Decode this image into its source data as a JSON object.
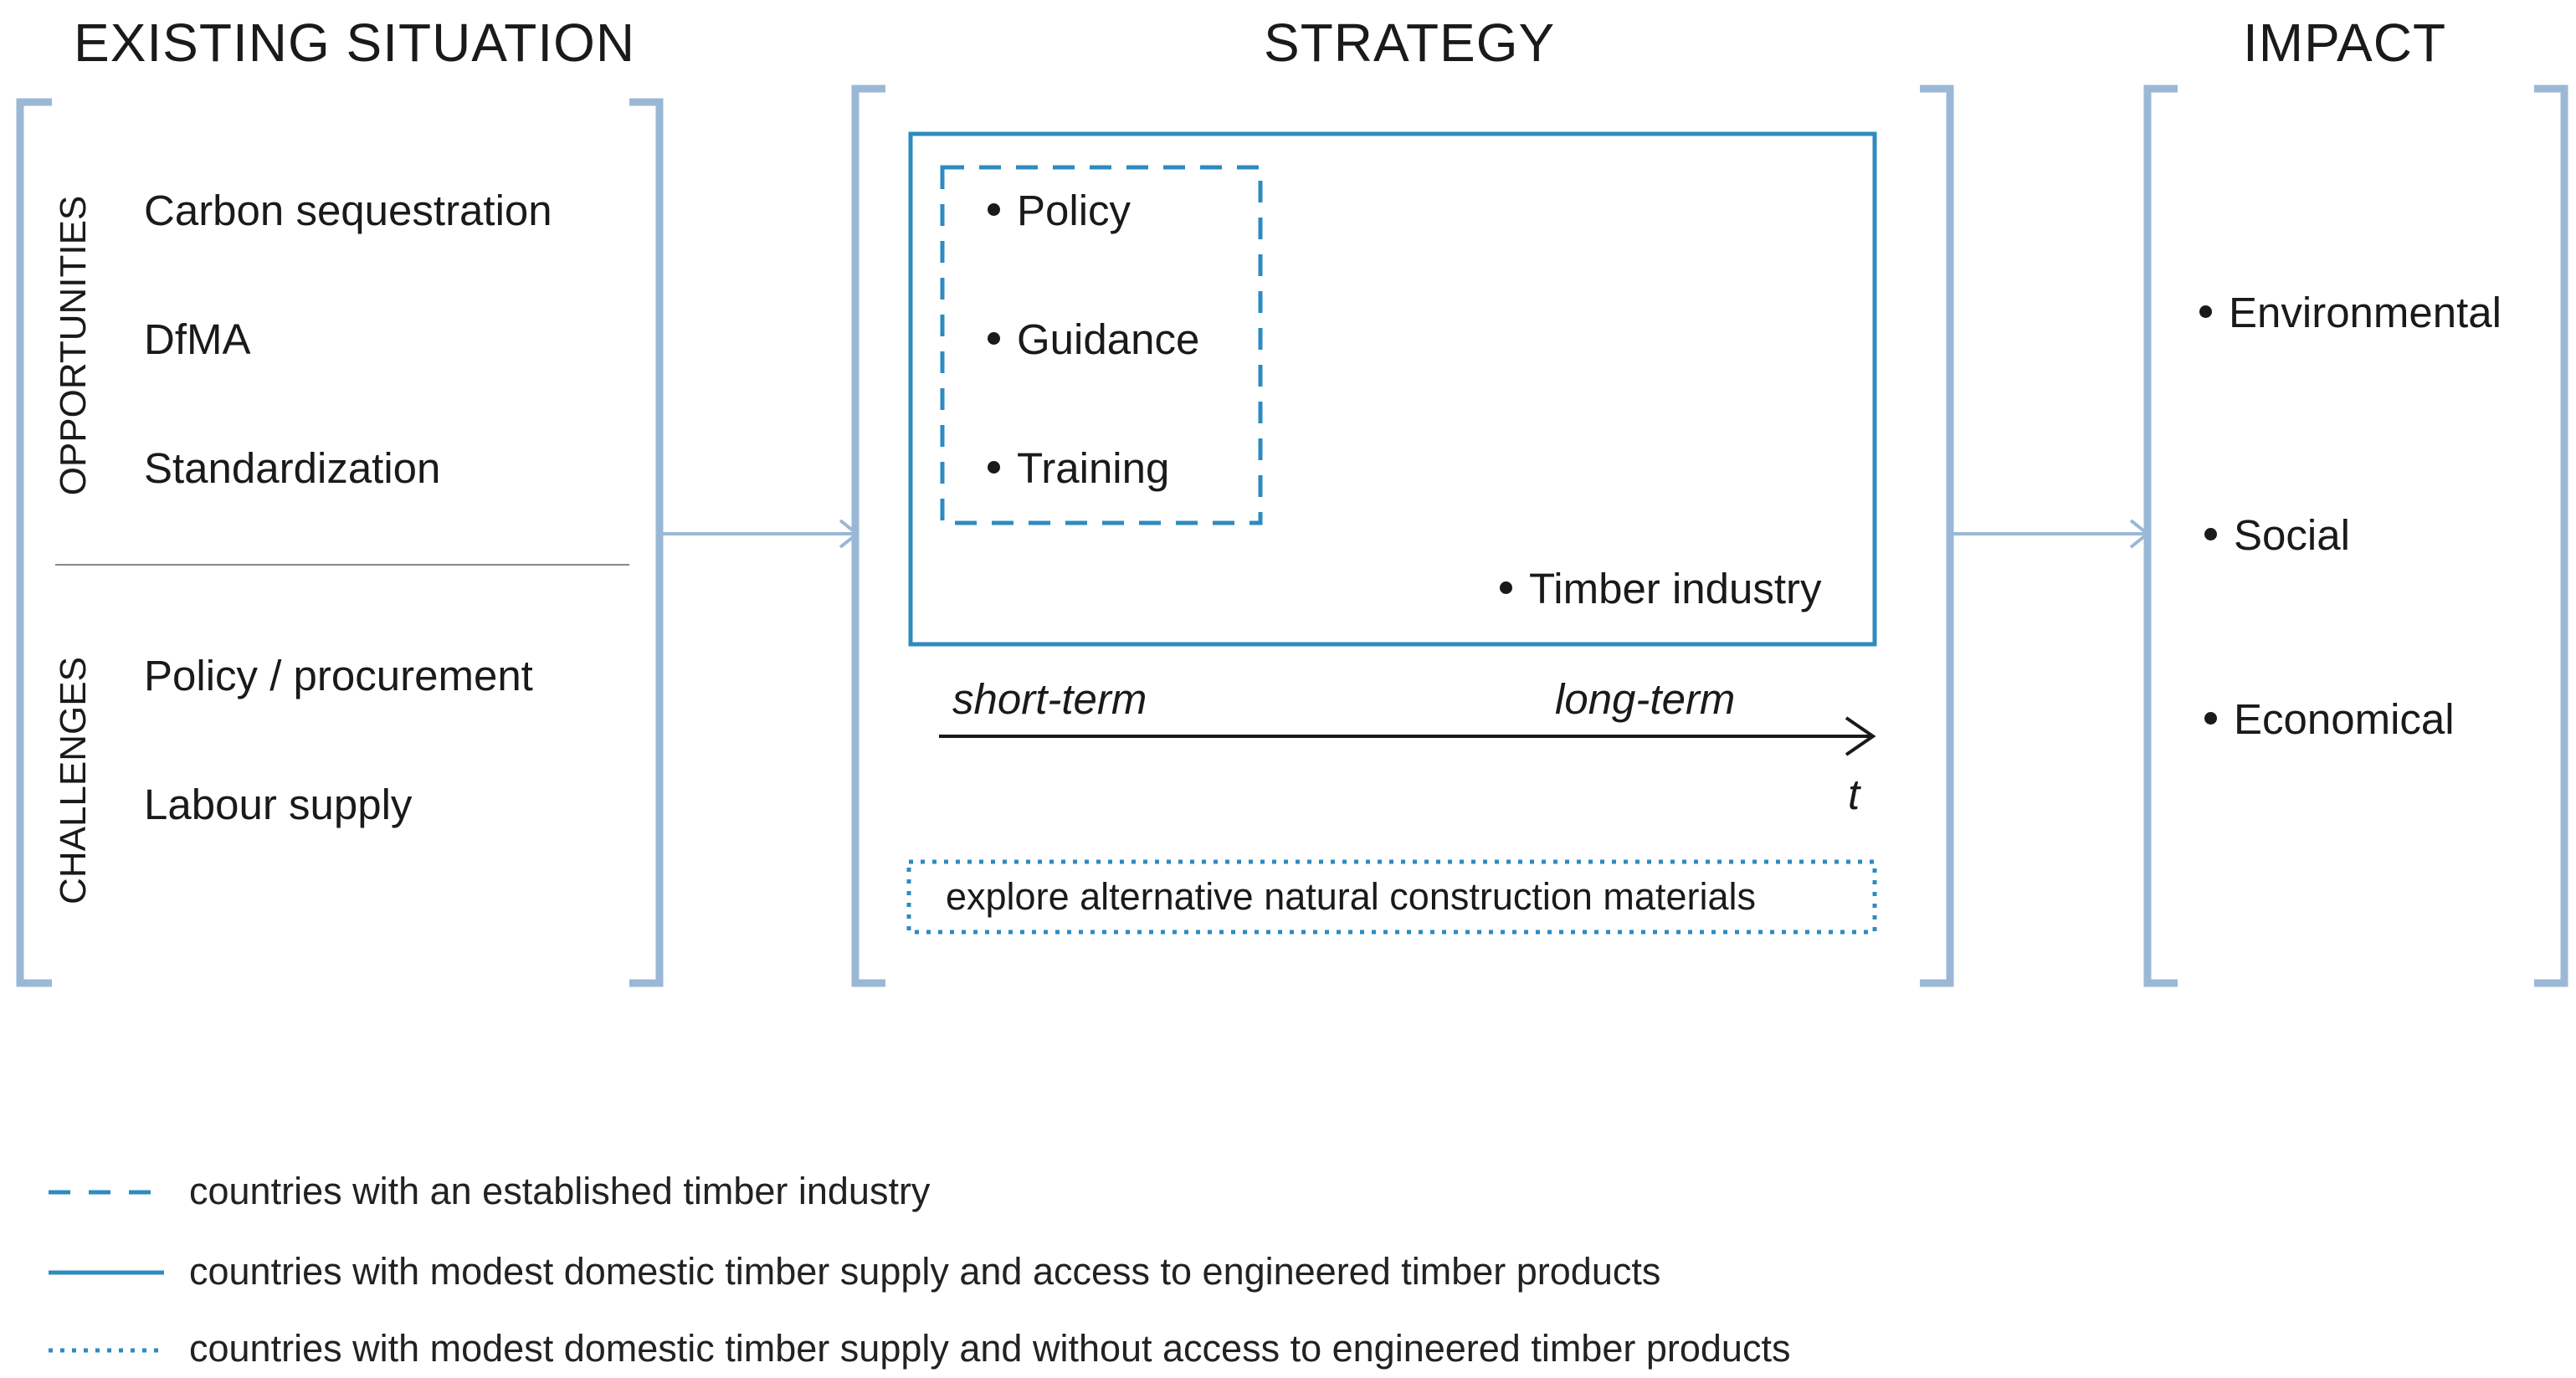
{
  "headers": {
    "existing": "EXISTING SITUATION",
    "strategy": "STRATEGY",
    "impact": "IMPACT"
  },
  "existing": {
    "opportunities_label": "OPPORTUNITIES",
    "opportunities": [
      "Carbon sequestration",
      "DfMA",
      "Standardization"
    ],
    "challenges_label": "CHALLENGES",
    "challenges": [
      "Policy / procurement",
      "Labour supply"
    ]
  },
  "strategy": {
    "dashed_items": [
      "Policy",
      "Guidance",
      "Training"
    ],
    "solid_item": "Timber industry",
    "short_term": "short-term",
    "long_term": "long-term",
    "time_label": "t",
    "dotted_item": "explore alternative natural construction materials"
  },
  "impact": {
    "items": [
      "Environmental",
      "Social",
      "Economical"
    ]
  },
  "legend": [
    {
      "style": "dashed",
      "text": "countries with an established timber industry"
    },
    {
      "style": "solid",
      "text": "countries with modest domestic timber supply and access to engineered timber products"
    },
    {
      "style": "dotted",
      "text": "countries with modest domestic timber supply and without access to engineered timber products"
    }
  ],
  "colors": {
    "bracket": "#9ab8d6",
    "box": "#2e8bbf",
    "text": "#1a1a1a"
  }
}
